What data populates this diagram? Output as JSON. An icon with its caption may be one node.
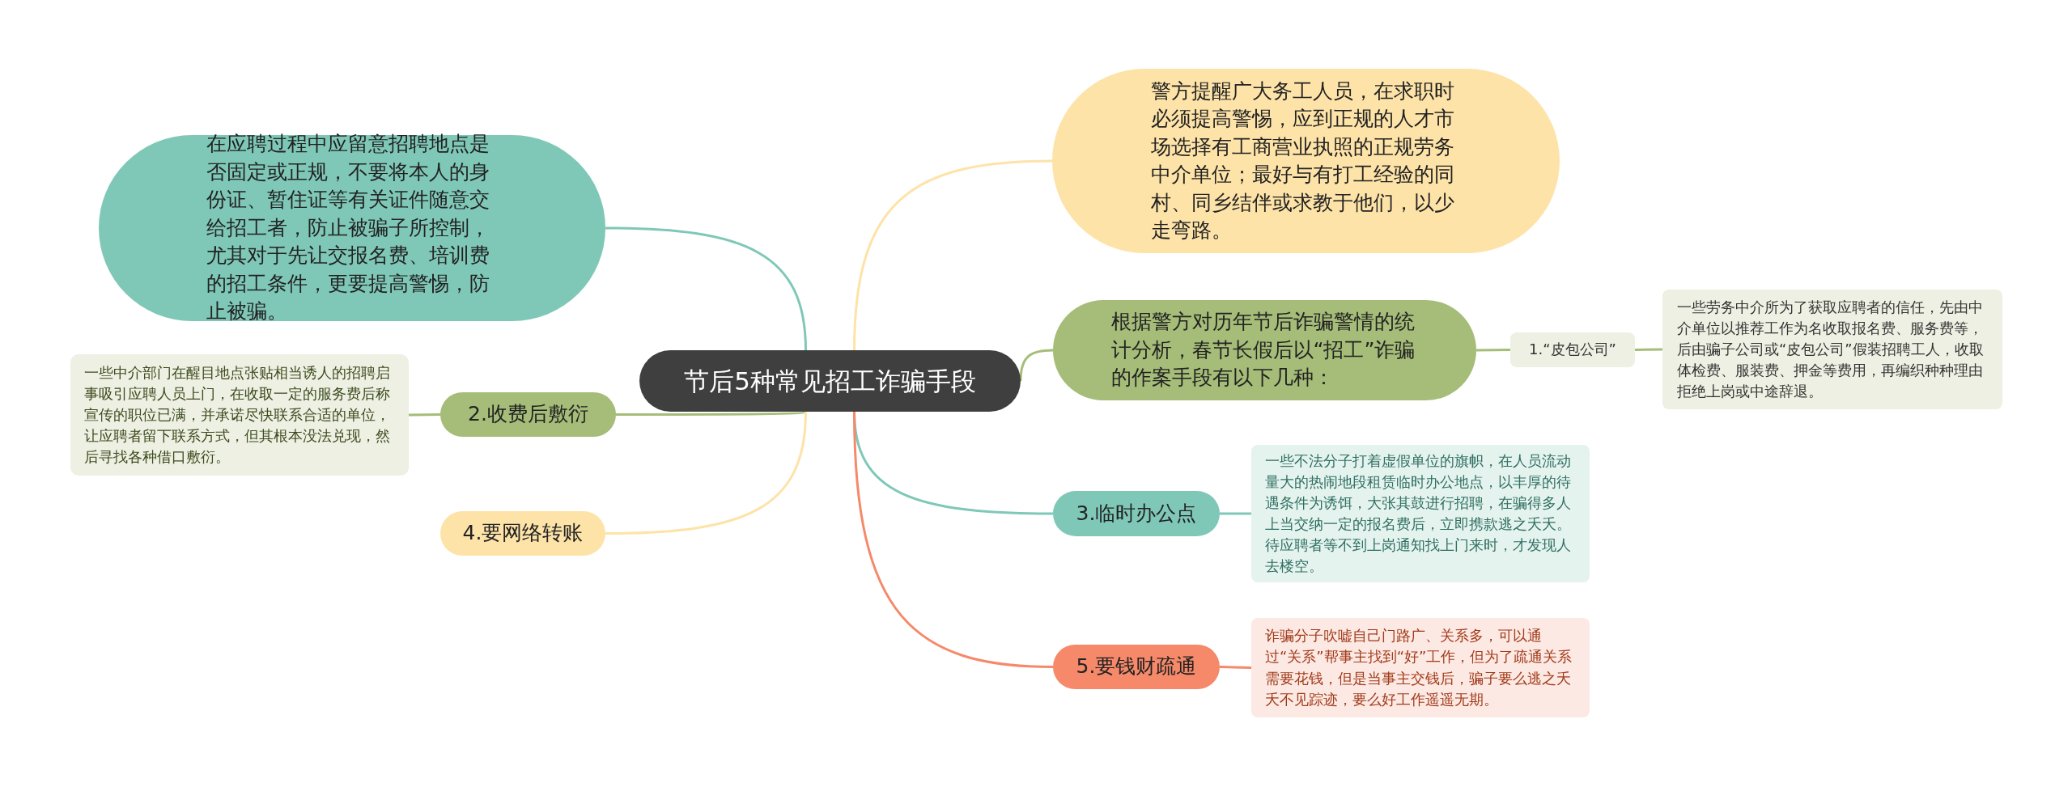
{
  "diagram": {
    "nodes": [
      {
        "text": [
          "节后5种常见招工诈骗手段"
        ]
      },
      {
        "text": [
          "在应聘过程中应留意招聘地点是否固定或正规，不要将本人的身份证、暂住证等有关证件随意交给招工者，防止被骗子所控制，尤其对于先让交报名费、培训费的招工条件，更要提高警惕，防止被骗。"
        ]
      },
      {
        "text": [
          "2.收费后敷衍"
        ]
      },
      {
        "text": [
          "一些中介部门在醒目地点张贴相当诱人的招聘启事吸引应聘人员上门，在收取一定的服务费后称宣传的职位已满，并承诺尽快联系合适的单位，让应聘者留下联系方式，但其根本没法兑现，然后寻找各种借口敷衍。"
        ]
      },
      {
        "text": [
          "4.要网络转账"
        ]
      },
      {
        "text": [
          "警方提醒广大务工人员，在求职时必须提高警惕，应到正规的人才市场选择有工商营业执照的正规劳务中介单位；最好与有打工经验的同村、同乡结伴或求教于他们，以少走弯路。"
        ]
      },
      {
        "text": [
          "根据警方对历年节后诈骗警情的统计分析，春节长假后以“招工”诈骗的作案手段有以下几种："
        ]
      },
      {
        "text": [
          "1.“皮包公司”"
        ]
      },
      {
        "text": [
          "一些劳务中介所为了获取应聘者的信任，先由中介单位以推荐工作为名收取报名费、服务费等，后由骗子公司或“皮包公司”假装招聘工人，收取体检费、服装费、押金等费用，再编织种种理由拒绝上岗或中途辞退。"
        ]
      },
      {
        "text": [
          "3.临时办公点"
        ]
      },
      {
        "text": [
          "一些不法分子打着虚假单位的旗帜，在人员流动量大的热闹地段租赁临时办公地点，以丰厚的待遇条件为诱饵，大张其鼓进行招聘，在骗得多人上当交纳一定的报名费后，立即携款逃之夭夭。待应聘者等不到上岗通知找上门来时，才发现人去楼空。"
        ]
      },
      {
        "text": [
          "5.要钱财疏通"
        ]
      },
      {
        "text": [
          "诈骗分子吹嘘自己门路广、关系多，可以通过“关系”帮事主找到“好”工作，但为了疏通关系需要花钱，但是当事主交钱后，骗子要么逃之夭夭不见踪迹，要么好工作遥遥无期。"
        ]
      }
    ],
    "edges": [
      {
        "from": 0,
        "to": 1,
        "arrow": "none",
        "color": "#7fc8b8"
      },
      {
        "from": 0,
        "to": 2,
        "arrow": "none",
        "color": "#a5bd78"
      },
      {
        "from": 2,
        "to": 3,
        "arrow": "none",
        "color": "#a5bd78"
      },
      {
        "from": 0,
        "to": 4,
        "arrow": "none",
        "color": "#fde3a8"
      },
      {
        "from": 0,
        "to": 5,
        "arrow": "none",
        "color": "#fde3a8"
      },
      {
        "from": 0,
        "to": 6,
        "arrow": "none",
        "color": "#a5bd78"
      },
      {
        "from": 6,
        "to": 7,
        "arrow": "none",
        "color": "#a5bd78"
      },
      {
        "from": 7,
        "to": 8,
        "arrow": "none",
        "color": "#a5bd78"
      },
      {
        "from": 0,
        "to": 9,
        "arrow": "none",
        "color": "#7fc8b8"
      },
      {
        "from": 9,
        "to": 10,
        "arrow": "none",
        "color": "#7fc8b8"
      },
      {
        "from": 0,
        "to": 11,
        "arrow": "none",
        "color": "#f5896a"
      },
      {
        "from": 11,
        "to": 12,
        "arrow": "none",
        "color": "#f5896a"
      }
    ]
  }
}
